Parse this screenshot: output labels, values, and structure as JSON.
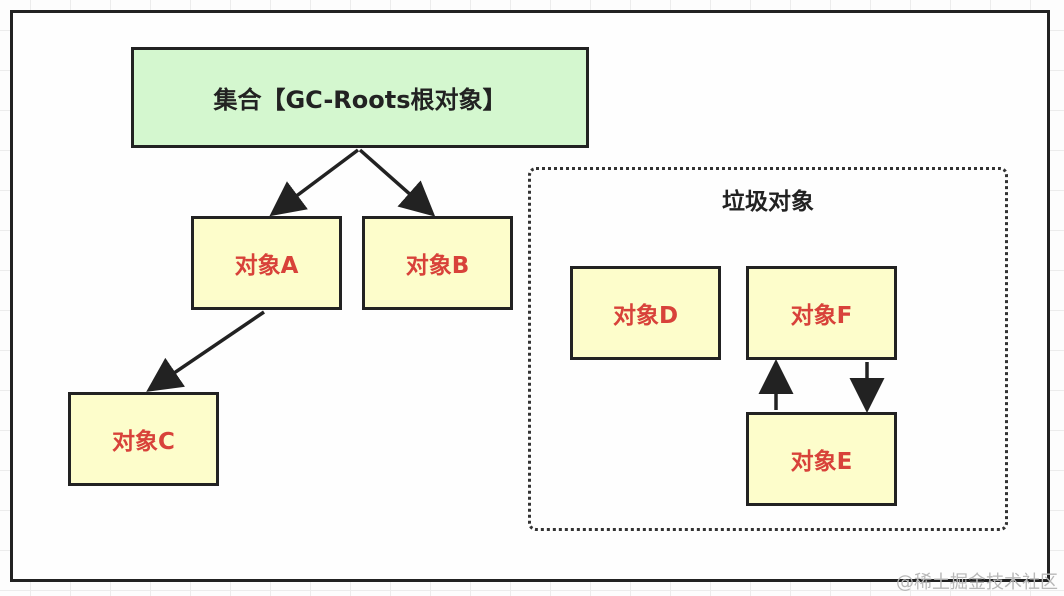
{
  "diagram": {
    "root": {
      "label": "集合【GC-Roots根对象】"
    },
    "nodes": {
      "a": {
        "label": "对象A"
      },
      "b": {
        "label": "对象B"
      },
      "c": {
        "label": "对象C"
      },
      "d": {
        "label": "对象D"
      },
      "e": {
        "label": "对象E"
      },
      "f": {
        "label": "对象F"
      }
    },
    "garbage_group": {
      "title": "垃圾对象"
    },
    "edges": [
      {
        "from": "root",
        "to": "对象A"
      },
      {
        "from": "root",
        "to": "对象B"
      },
      {
        "from": "对象A",
        "to": "对象C"
      },
      {
        "from": "对象E",
        "to": "对象F"
      },
      {
        "from": "对象F",
        "to": "对象E"
      }
    ],
    "colors": {
      "root_fill": "#d4f7cf",
      "object_fill": "#fdfdcb",
      "object_text": "#d8423a",
      "stroke": "#222222"
    }
  },
  "watermark": "@稀土掘金技术社区"
}
